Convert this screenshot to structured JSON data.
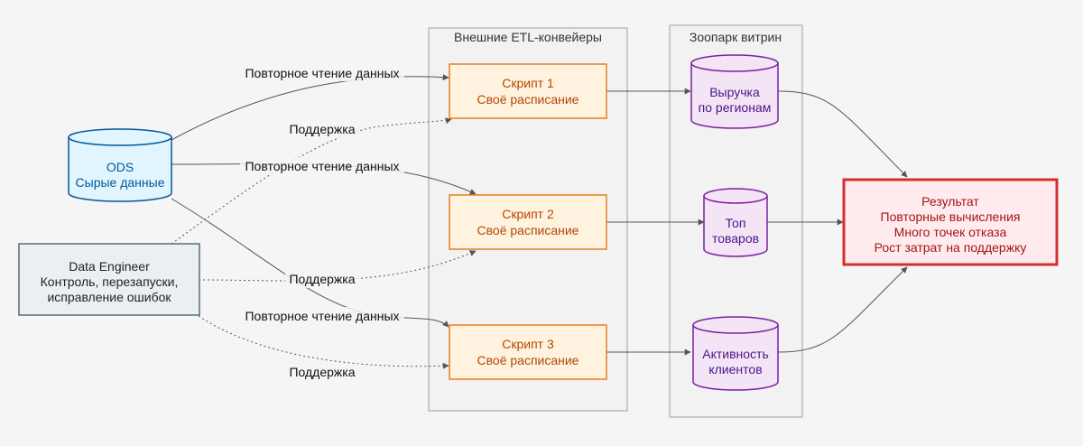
{
  "groups": {
    "etl_title": "Внешние ETL-конвейеры",
    "marts_title": "Зоопарк витрин"
  },
  "nodes": {
    "ods": {
      "line1": "ODS",
      "line2": "Сырые данные"
    },
    "engineer": {
      "line1": "Data Engineer",
      "line2": "Контроль, перезапуски,",
      "line3": "исправление ошибок"
    },
    "script1": {
      "line1": "Скрипт 1",
      "line2": "Своё расписание"
    },
    "script2": {
      "line1": "Скрипт 2",
      "line2": "Своё расписание"
    },
    "script3": {
      "line1": "Скрипт 3",
      "line2": "Своё расписание"
    },
    "mart1": {
      "line1": "Выручка",
      "line2": "по регионам"
    },
    "mart2": {
      "line1": "Топ",
      "line2": "товаров"
    },
    "mart3": {
      "line1": "Активность",
      "line2": "клиентов"
    },
    "result": {
      "line1": "Результат",
      "line2": "Повторные вычисления",
      "line3": "Много точек отказа",
      "line4": "Рост затрат на поддержку"
    }
  },
  "edge_labels": {
    "read1": "Повторное чтение данных",
    "read2": "Повторное чтение данных",
    "read3": "Повторное чтение данных",
    "support1": "Поддержка",
    "support2": "Поддержка",
    "support3": "Поддержка"
  },
  "colors": {
    "background": "#f5f5f5",
    "ods_fill": "#e1f5fe",
    "ods_stroke": "#01579b",
    "engineer_fill": "#eceff1",
    "engineer_stroke": "#546e7a",
    "script_fill": "#fff3e0",
    "script_stroke": "#e67e22",
    "mart_fill": "#f3e5f5",
    "mart_stroke": "#7b1fa2",
    "result_fill": "#ffebee",
    "result_stroke": "#d32f2f",
    "edge": "#555555"
  }
}
